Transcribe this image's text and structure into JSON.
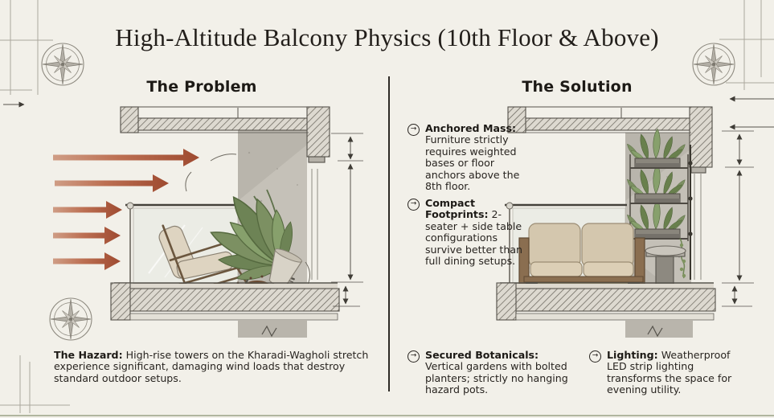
{
  "title": "High-Altitude Balcony Physics (10th Floor & Above)",
  "panels": {
    "problem": {
      "heading": "The Problem",
      "hazard_label": "The Hazard:",
      "hazard_text": "High-rise towers on the Kharadi-Wagholi stretch experience significant, damaging wind loads that destroy standard outdoor setups."
    },
    "solution": {
      "heading": "The Solution",
      "points": [
        {
          "label": "Anchored Mass:",
          "text": "Furniture strictly requires weighted bases or floor anchors above the 8th floor."
        },
        {
          "label": "Compact Footprints:",
          "text": "2-seater + side table configurations survive better than full dining setups."
        },
        {
          "label": "Secured Botanicals:",
          "text": "Vertical gardens with bolted planters; strictly no hanging hazard pots."
        },
        {
          "label": "Lighting:",
          "text": "Weatherproof LED strip lighting transforms the space for evening utility."
        }
      ]
    }
  },
  "icons": {
    "bullet_glyph": "→",
    "bullet_name": "circle-arrow-icon",
    "compass_name": "compass-rose-icon",
    "wind_name": "wind-arrow-icon"
  },
  "colors": {
    "paper": "#f2f0e9",
    "ink": "#26231f",
    "wind_accent": "#a85138",
    "structure_gray": "#b9b5ac",
    "plant_green": "#7c9062",
    "led_glow": "#f3e5a8",
    "baseline_green": "#a6ae94"
  }
}
